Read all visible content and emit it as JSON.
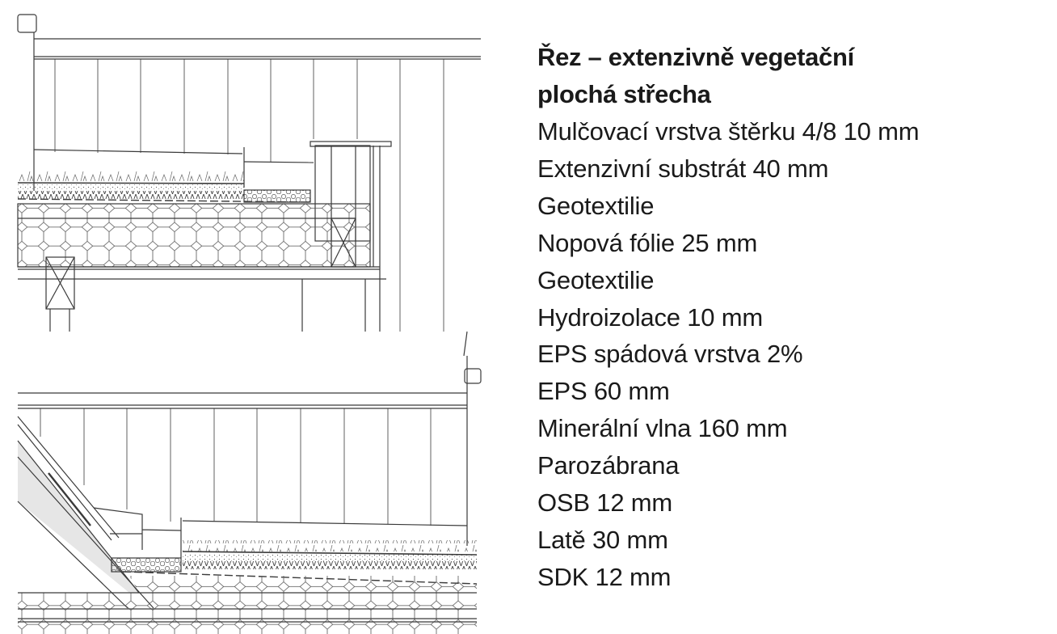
{
  "title_lines": [
    "Řez – extenzivně vegetační",
    "plochá střecha"
  ],
  "layers": [
    "Mulčovací vrstva štěrku 4/8 10 mm",
    "Extenzivní substrát 40 mm",
    "Geotextilie",
    "Nopová fólie 25 mm",
    "Geotextilie",
    "Hydroizolace 10 mm",
    "EPS spádová vrstva 2%",
    "EPS 60 mm",
    "Minerální vlna 160 mm",
    "Parozábrana",
    "OSB 12 mm",
    "Latě 30 mm",
    "SDK 12 mm"
  ],
  "colors": {
    "line": "#3a3a3a",
    "shade": "#e6e6e6"
  }
}
